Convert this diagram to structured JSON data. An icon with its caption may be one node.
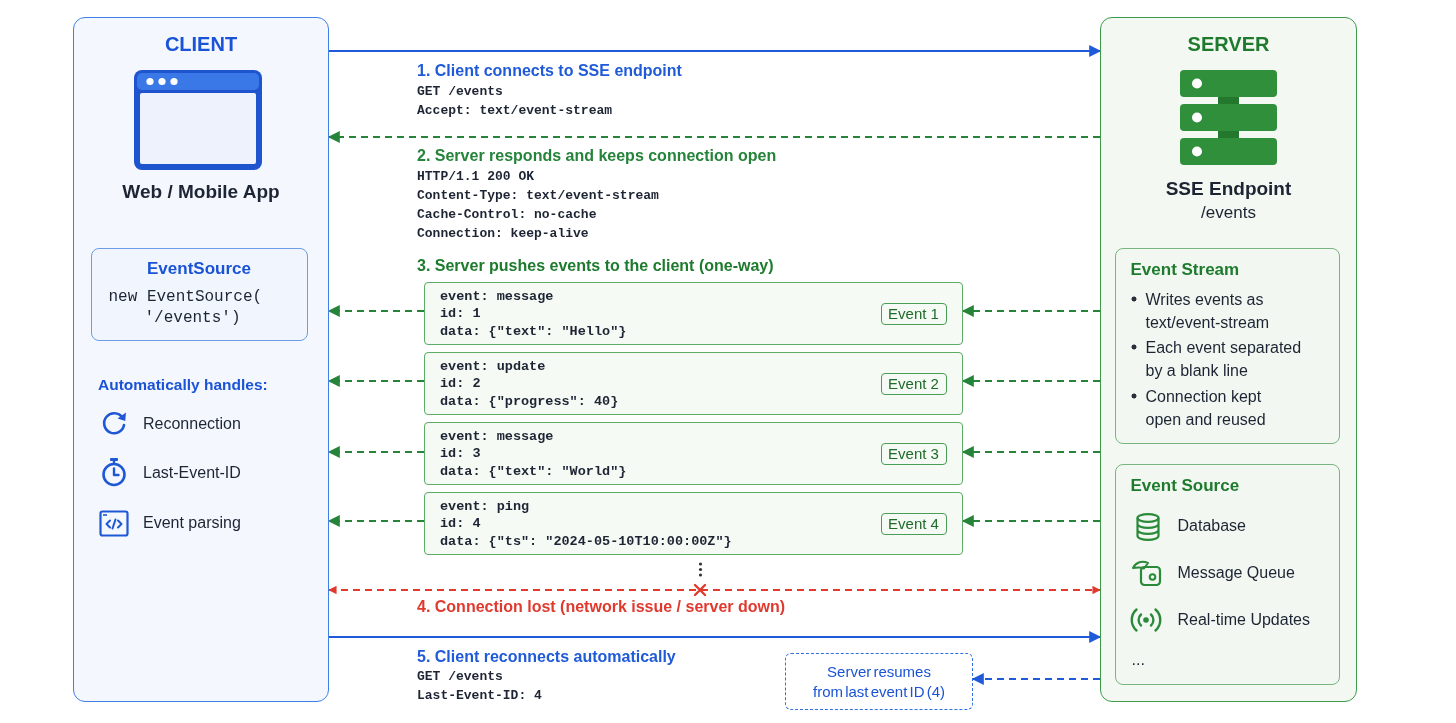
{
  "diagram": {
    "nodes": [
      {
        "text": [
          "CLIENT",
          "Web / Mobile App",
          "Automatically handles:",
          "Reconnection",
          "Last-Event-ID",
          "Event parsing"
        ]
      },
      {
        "text": [
          "EventSource",
          "new EventSource( '/events')"
        ],
        "in": 0
      },
      {
        "text": [
          "event: message",
          "id: 1",
          "data: {\"text\": \"Hello\"}"
        ]
      },
      {
        "text": [
          "Event 1"
        ],
        "in": 2
      },
      {
        "text": [
          "event: update",
          "id: 2",
          "data: {\"progress\": 40}"
        ]
      },
      {
        "text": [
          "Event 2"
        ],
        "in": 4
      },
      {
        "text": [
          "event: message",
          "id: 3",
          "data: {\"text\": \"World\"}"
        ]
      },
      {
        "text": [
          "Event 3"
        ],
        "in": 6
      },
      {
        "text": [
          "event: ping",
          "id: 4",
          "data: {\"ts\": \"2024-05-10T10:00:00Z\"}"
        ]
      },
      {
        "text": [
          "Event 4"
        ],
        "in": 8
      },
      {
        "text": [
          "Server resumes from last event ID (4)"
        ]
      },
      {
        "text": [
          "SERVER",
          "SSE Endpoint",
          "/events"
        ]
      },
      {
        "text": [
          "Event Stream",
          "Writes events as text/event-stream",
          "Each event separated by a blank line",
          "Connection kept open and reused"
        ],
        "in": 11
      },
      {
        "text": [
          "Event Source",
          "Database",
          "Message Queue",
          "Real-time Updates",
          "..."
        ],
        "in": 11
      }
    ],
    "edges": [
      {
        "from": 0,
        "to": 11,
        "arrow": "to",
        "label": "1. Client connects to SSE endpoint",
        "color": "#1f5ad8"
      },
      {
        "from": 11,
        "to": 0,
        "arrow": "to",
        "label": "2. Server responds and keeps connection open",
        "style": "dashed"
      },
      {
        "from": 11,
        "to": 2,
        "arrow": "to",
        "style": "dashed"
      },
      {
        "from": 2,
        "to": 0,
        "arrow": "to",
        "style": "dashed"
      },
      {
        "from": 11,
        "to": 4,
        "arrow": "to",
        "style": "dashed"
      },
      {
        "from": 4,
        "to": 0,
        "arrow": "to",
        "style": "dashed"
      },
      {
        "from": 11,
        "to": 6,
        "arrow": "to",
        "style": "dashed"
      },
      {
        "from": 6,
        "to": 0,
        "arrow": "to",
        "style": "dashed"
      },
      {
        "from": 11,
        "to": 8,
        "arrow": "to",
        "style": "dashed"
      },
      {
        "from": 8,
        "to": 0,
        "arrow": "to",
        "style": "dashed"
      },
      {
        "from": 0,
        "to": 11,
        "arrow": "both",
        "label": "4. Connection lost (network issue / server down)",
        "style": "dashed",
        "color": "#e03a2f"
      },
      {
        "from": 0,
        "to": 11,
        "arrow": "to",
        "label": "5. Client reconnects automatically",
        "color": "#1f5ad8"
      },
      {
        "from": 11,
        "to": 10,
        "arrow": "to",
        "style": "dashed",
        "color": "#1f5ad8"
      }
    ],
    "labels": [
      "GET /events",
      "Accept: text/event-stream",
      "HTTP/1.1 200 OK",
      "Content-Type: text/event-stream",
      "Cache-Control: no-cache",
      "Connection: keep-alive",
      "3. Server pushes events to the client (one-way)",
      "GET /events",
      "Last-Event-ID: 4"
    ]
  }
}
